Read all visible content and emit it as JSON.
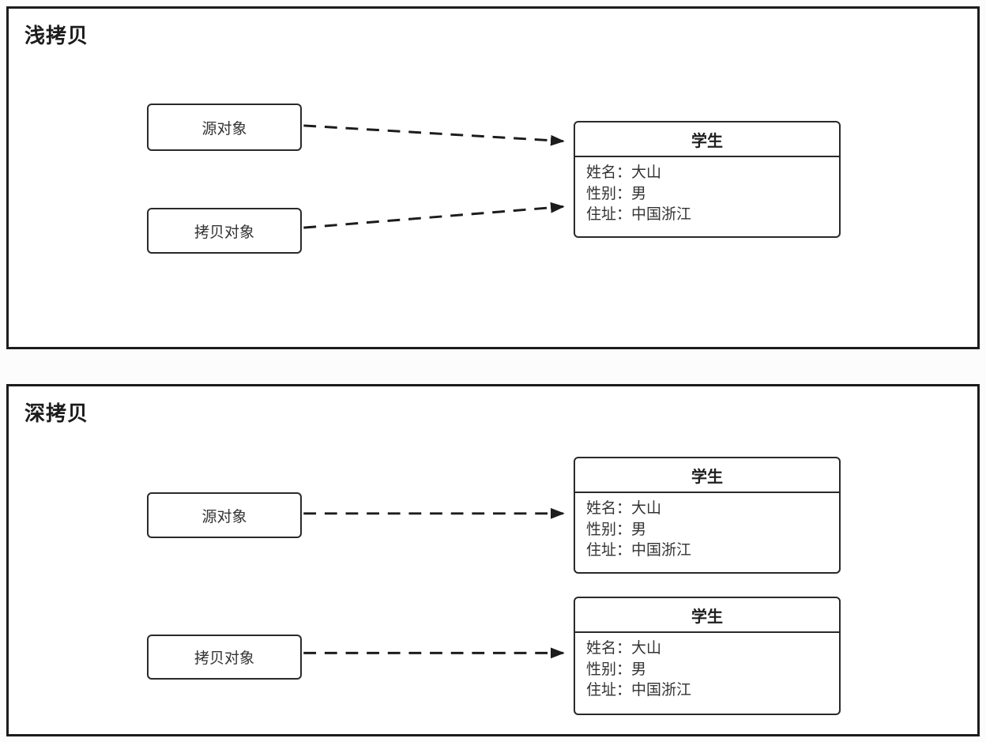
{
  "diagram": {
    "shallow": {
      "title": "浅拷贝",
      "source_label": "源对象",
      "copy_label": "拷贝对象",
      "student": {
        "title": "学生",
        "fields": [
          "姓名：大山",
          "性别：男",
          "住址：中国浙江"
        ]
      }
    },
    "deep": {
      "title": "深拷贝",
      "source_label": "源对象",
      "copy_label": "拷贝对象",
      "student_source": {
        "title": "学生",
        "fields": [
          "姓名：大山",
          "性别：男",
          "住址：中国浙江"
        ]
      },
      "student_copy": {
        "title": "学生",
        "fields": [
          "姓名：大山",
          "性别：男",
          "住址：中国浙江"
        ]
      }
    }
  },
  "colors": {
    "line": "#1c1c1c",
    "border": "#2a2a2a",
    "text": "#333333"
  }
}
